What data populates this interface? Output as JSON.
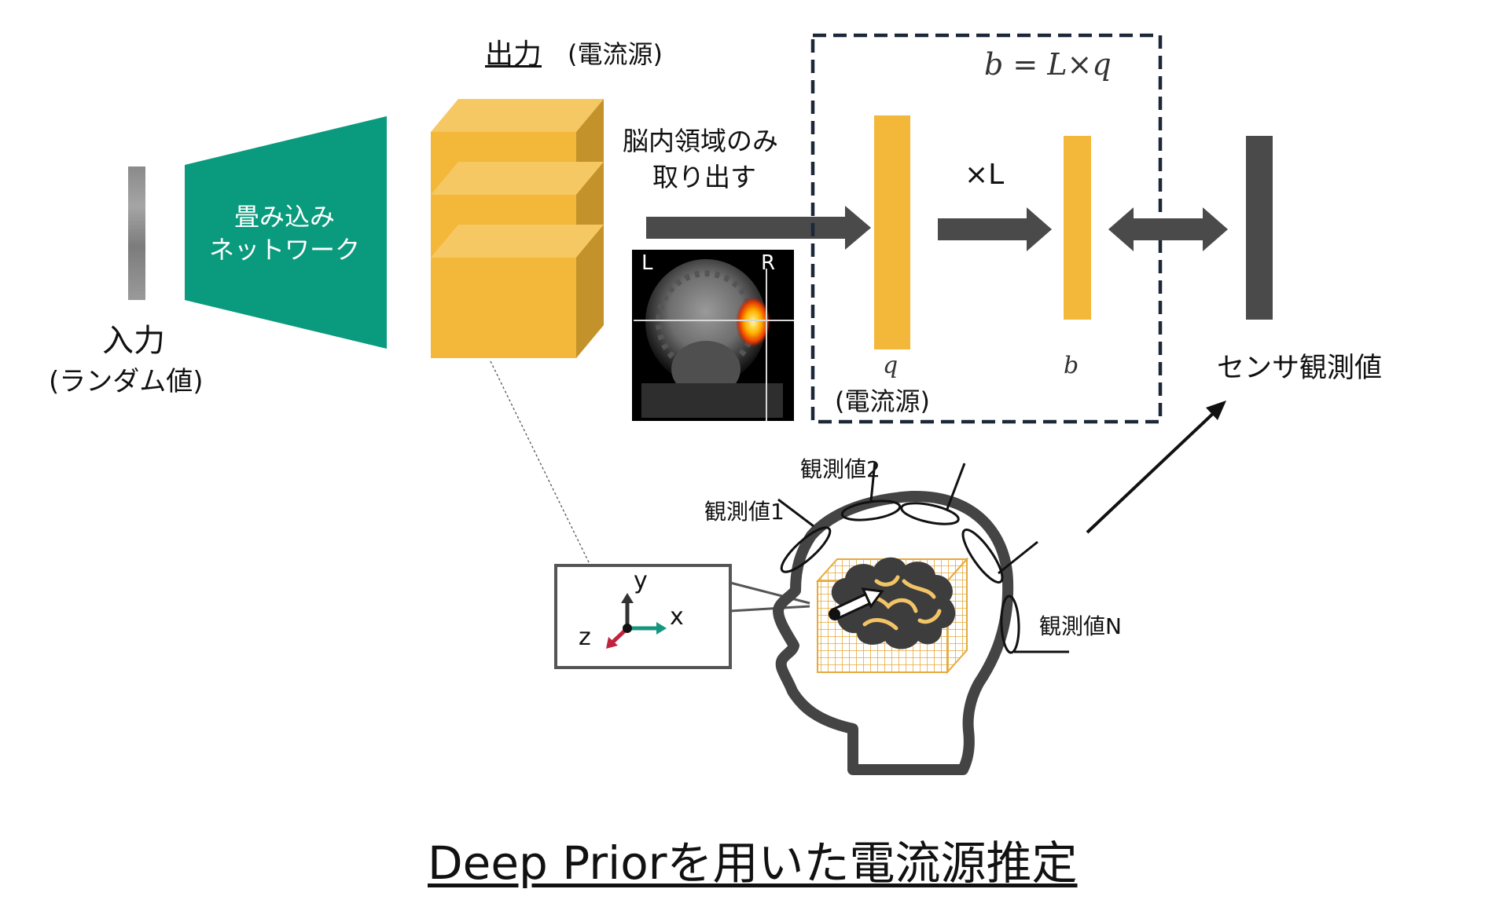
{
  "labels": {
    "input_main": "入力",
    "input_sub": "(ランダム値)",
    "network_line1": "畳み込み",
    "network_line2": "ネットワーク",
    "output_main": "出力",
    "output_sub": "(電流源)",
    "extract_line1": "脳内領域のみ",
    "extract_line2": "取り出す",
    "times_L": "×L",
    "formula": "b = L×q",
    "q": "q",
    "b": "b",
    "source": "(電流源)",
    "sensor": "センサ観測値",
    "obs1": "観測値1",
    "obs2": "観測値2",
    "obsN": "観測値N",
    "axis_y": "y",
    "axis_x": "x",
    "axis_z": "z",
    "mri_left": "L",
    "mri_right": "R",
    "title": "Deep Priorを用いた電流源推定"
  },
  "colors": {
    "network": "#0a9a7d",
    "cube_front": "#f3b73a",
    "cube_top": "#f6c863",
    "cube_side": "#c4922b",
    "dark_gray": "#4a4a4a",
    "box_border": "#1c2738",
    "axis_y": "#333333",
    "axis_x": "#17967e",
    "axis_z": "#c0233d"
  }
}
